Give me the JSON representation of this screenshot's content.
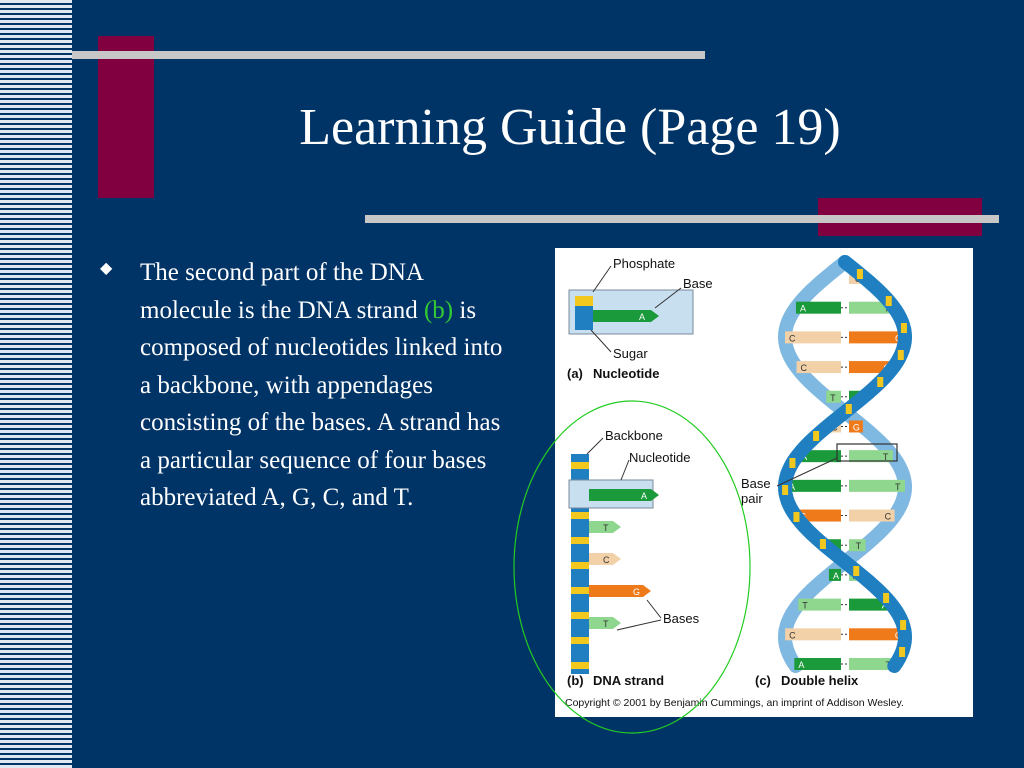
{
  "slide": {
    "title": "Learning Guide (Page 19)",
    "bullet": {
      "text_before": "The second part of the DNA molecule is the DNA strand ",
      "highlight": "(b)",
      "text_after": " is composed of nucleotides linked into a backbone, with appendages consisting of the bases.  A strand has a particular sequence of four bases abbreviated A, G, C, and T."
    }
  },
  "figure": {
    "labels": {
      "phosphate": "Phosphate",
      "base": "Base",
      "sugar": "Sugar",
      "panel_a_letter": "(a)",
      "panel_a_title": "Nucleotide",
      "backbone": "Backbone",
      "nucleotide": "Nucleotide",
      "bases": "Bases",
      "panel_b_letter": "(b)",
      "panel_b_title": "DNA strand",
      "base_pair_1": "Base",
      "base_pair_2": "pair",
      "panel_c_letter": "(c)",
      "panel_c_title": "Double helix",
      "copyright": "Copyright © 2001 by Benjamin Cummings, an imprint of Addison Wesley."
    },
    "nucleotide_base": "A",
    "strand_bases": [
      "A",
      "T",
      "C",
      "G",
      "T"
    ],
    "helix_pairs": [
      [
        "",
        "C"
      ],
      [
        "A",
        "T"
      ],
      [
        "C",
        "G"
      ],
      [
        "C",
        "G"
      ],
      [
        "T",
        "A"
      ],
      [
        "C",
        "G"
      ],
      [
        "A",
        "T"
      ],
      [
        "A",
        "T"
      ],
      [
        "G",
        "C"
      ],
      [
        "A",
        "T"
      ],
      [
        "A",
        "T"
      ],
      [
        "T",
        "A"
      ],
      [
        "C",
        "G"
      ],
      [
        "A",
        "T"
      ]
    ]
  },
  "colors": {
    "background": "#003366",
    "accent_maroon": "#800040",
    "bar_gray": "#c7c7c7",
    "highlight_green": "#33cc33",
    "backbone_blue": "#1f7fc0",
    "sugar_yellow": "#f2c81e",
    "base_A": "#1a9a3a",
    "base_T": "#8fd68f",
    "base_G": "#ef7a1a",
    "base_C": "#f2d1a8",
    "ellipse_green": "#22cc22"
  }
}
